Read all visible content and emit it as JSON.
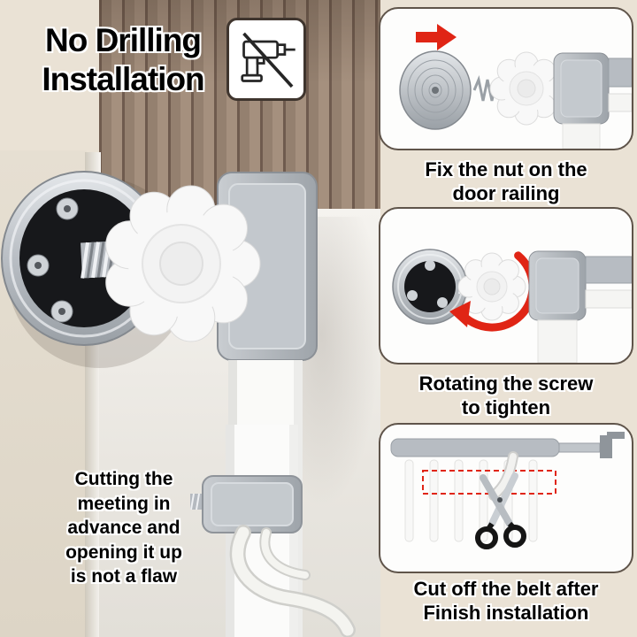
{
  "title": {
    "line1": "No Drilling",
    "line2": "Installation"
  },
  "no_drill_badge": {
    "icon": "no-drilling-icon"
  },
  "steps": [
    {
      "line1": "Fix the nut on the",
      "line2": "door railing"
    },
    {
      "line1": "Rotating the screw",
      "line2": "to tighten"
    },
    {
      "line1": "Cut off the belt after",
      "line2": "Finish installation"
    }
  ],
  "note": {
    "lines": [
      "Cutting the",
      "meeting in",
      "advance and",
      "opening it up",
      "is not a flaw"
    ]
  },
  "icons": {
    "step1_arrow": "red-arrow-icon",
    "step2_rotate": "rotation-arrow-icon",
    "step3_scissors": "scissors-icon"
  },
  "colors": {
    "accent_red": "#e02515",
    "panel_border": "#5f544a",
    "metal": "#b6bbc0",
    "disc_black": "#17181b",
    "knob_white": "#f8f8f8",
    "background": "#eae2d5"
  }
}
